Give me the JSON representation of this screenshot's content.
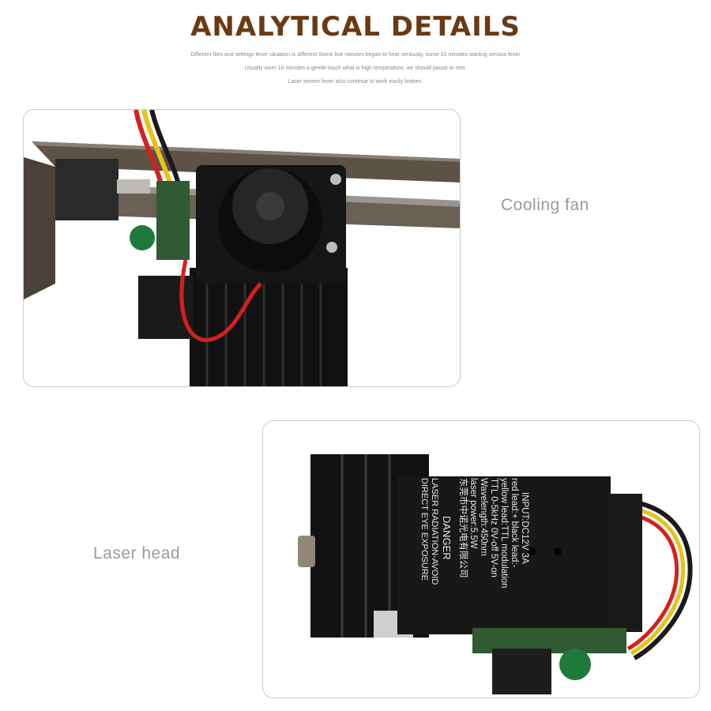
{
  "header": {
    "title": "ANALYTICAL DETAILS",
    "lines": [
      "Different files and settings fever situation is different  Some five minutes began to heat seriously, some 10 minutes starting serious fever",
      "Usually worn 10 minutes a gentle touch what is high temperature, we should pause to rest.",
      "Laser severe fever also continue to work easily broken."
    ]
  },
  "panels": {
    "fan": {
      "caption": "Cooling fan"
    },
    "head": {
      "caption": "Laser head",
      "label_lines": [
        "INPUT:DC12V 3A",
        "red lead:+ black lead:-",
        "yellow lead:TTL modulation",
        "TTL 0-5kHz 0V-off 5V-on",
        "Wavelength:450nm",
        "laser power:5.5W",
        "东莞市中诺光电有限公司"
      ],
      "warning": {
        "title": "DANGER",
        "line1": "LASER RADIATION-AVOID",
        "line2": "DIRECT EYE EXPOSURE"
      }
    }
  }
}
